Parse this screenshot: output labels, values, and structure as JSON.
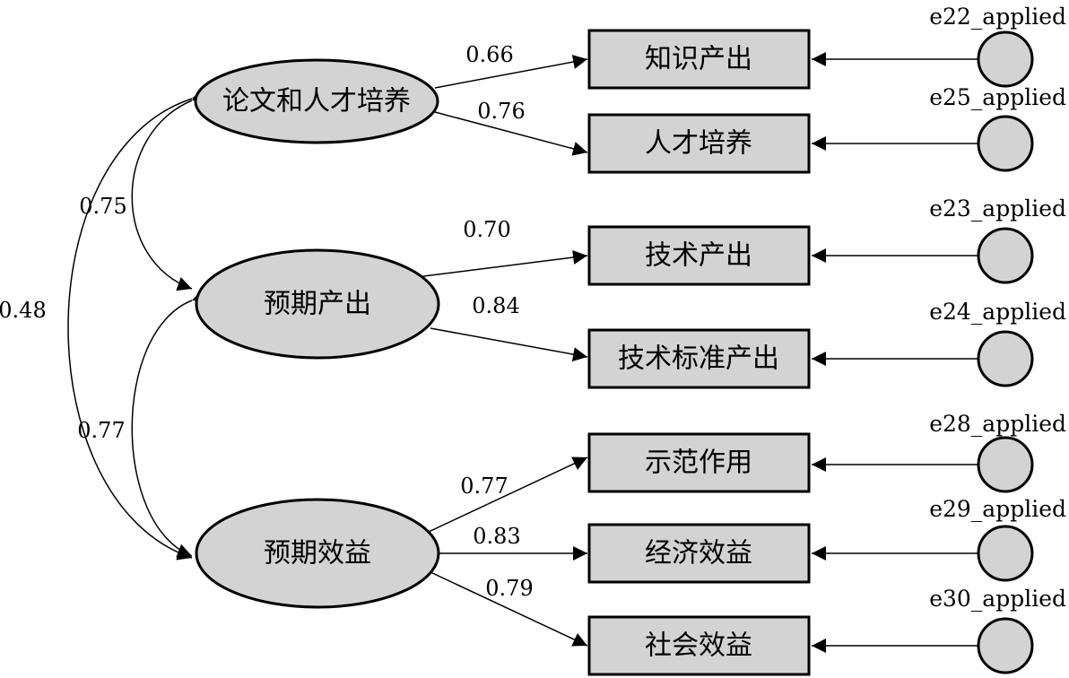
{
  "latents": [
    {
      "id": "L1",
      "label": "论文和人才培养"
    },
    {
      "id": "L2",
      "label": "预期产出"
    },
    {
      "id": "L3",
      "label": "预期效益"
    }
  ],
  "indicators": [
    {
      "id": "I1",
      "label": "知识产出",
      "latent": "L1",
      "loading": "0.66",
      "error": "e22_applied"
    },
    {
      "id": "I2",
      "label": "人才培养",
      "latent": "L1",
      "loading": "0.76",
      "error": "e25_applied"
    },
    {
      "id": "I3",
      "label": "技术产出",
      "latent": "L2",
      "loading": "0.70",
      "error": "e23_applied"
    },
    {
      "id": "I4",
      "label": "技术标准产出",
      "latent": "L2",
      "loading": "0.84",
      "error": "e24_applied"
    },
    {
      "id": "I5",
      "label": "示范作用",
      "latent": "L3",
      "loading": "0.77",
      "error": "e28_applied"
    },
    {
      "id": "I6",
      "label": "经济效益",
      "latent": "L3",
      "loading": "0.83",
      "error": "e29_applied"
    },
    {
      "id": "I7",
      "label": "社会效益",
      "latent": "L3",
      "loading": "0.79",
      "error": "e30_applied"
    }
  ],
  "correlations": [
    {
      "from": "L1",
      "to": "L2",
      "value": "0.75"
    },
    {
      "from": "L2",
      "to": "L3",
      "value": "0.77"
    },
    {
      "from": "L1",
      "to": "L3",
      "value": "0.48"
    }
  ],
  "colors": {
    "fill": "#d3d3d3",
    "stroke": "#000000",
    "background": "#ffffff"
  }
}
